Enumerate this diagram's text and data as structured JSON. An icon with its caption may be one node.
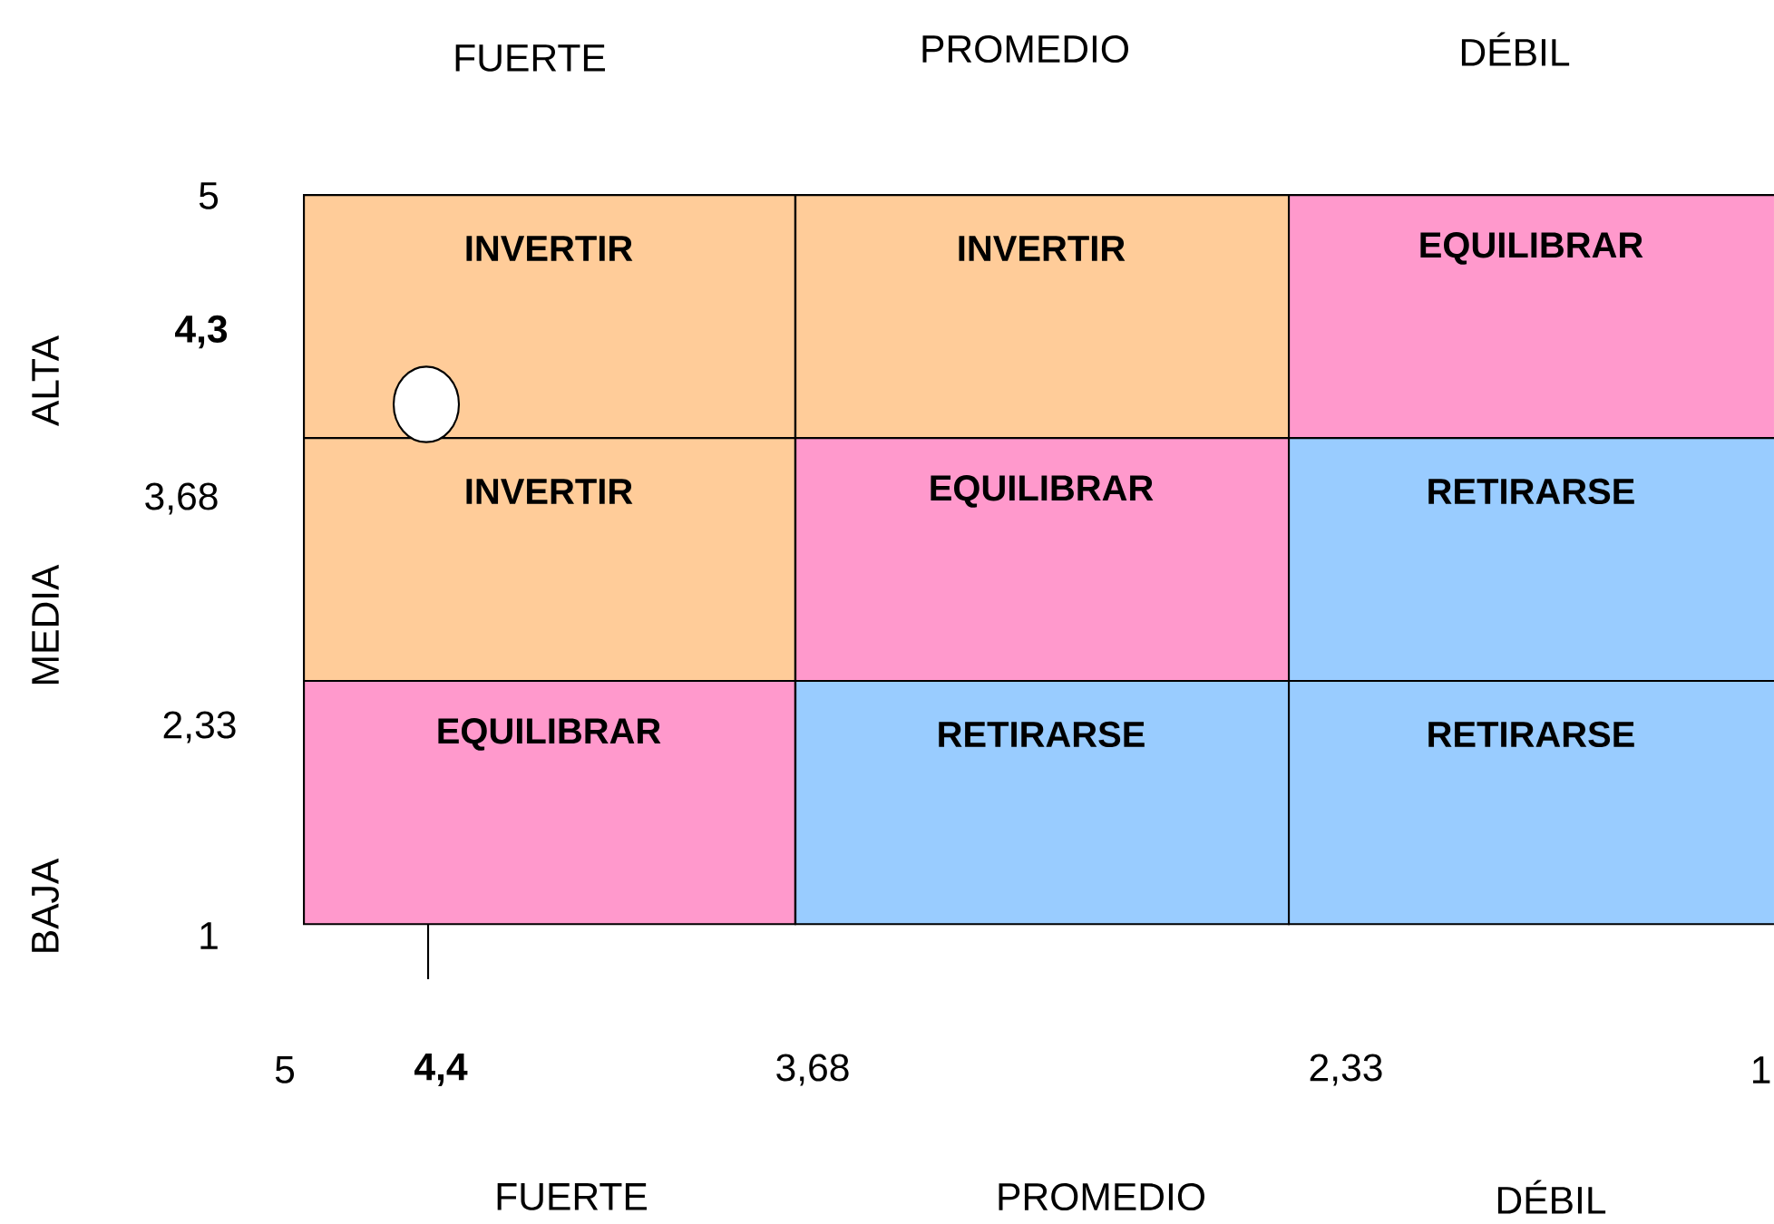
{
  "diagram": {
    "nodes": [
      {
        "text": [
          "INVERTIR"
        ]
      },
      {
        "text": [
          "INVERTIR"
        ]
      },
      {
        "text": [
          "EQUILIBRAR"
        ]
      },
      {
        "text": [
          "INVERTIR"
        ]
      },
      {
        "text": [
          "EQUILIBRAR"
        ]
      },
      {
        "text": [
          "RETIRARSE"
        ]
      },
      {
        "text": [
          "EQUILIBRAR"
        ]
      },
      {
        "text": [
          "RETIRARSE"
        ]
      },
      {
        "text": [
          "RETIRARSE"
        ]
      },
      {
        "text": [],
        "shape": "circle",
        "in": 0
      }
    ],
    "edges": [],
    "labels": [
      "FUERTE",
      "PROMEDIO",
      "DÉBIL",
      "5",
      "4,3",
      "ALTA",
      "3,68",
      "MEDIA",
      "2,33",
      "BAJA",
      "1",
      "5",
      "4,4",
      "3,68",
      "2,33",
      "1",
      "FUERTE",
      "PROMEDIO",
      "DÉBIL"
    ]
  }
}
